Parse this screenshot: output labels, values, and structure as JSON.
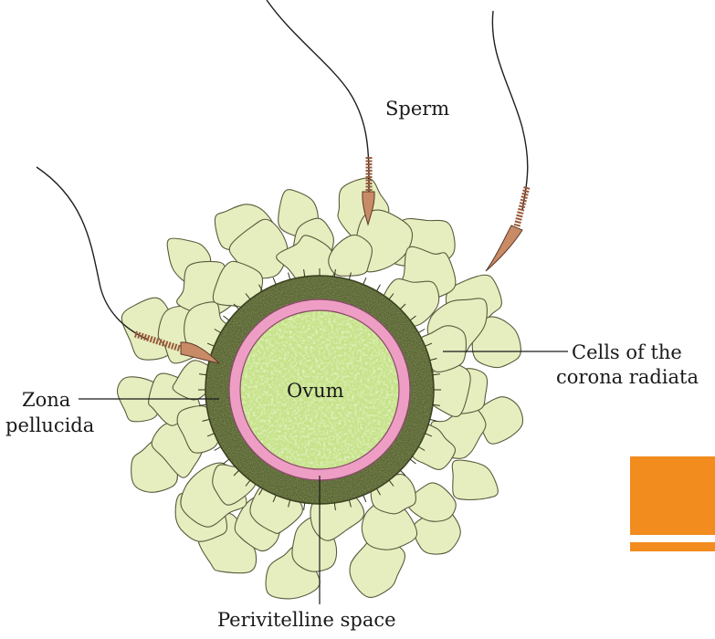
{
  "labels": {
    "sperm": "Sperm",
    "ovum": "Ovum",
    "corona_line1": "Cells of the",
    "corona_line2": "corona radiata",
    "zona_line1": "Zona",
    "zona_line2": "pellucida",
    "perivitelline": "Perivitelline space"
  },
  "colors": {
    "cell_fill": "#e6eec0",
    "cell_stroke": "#5c5a3c",
    "zona": "#4e5a2c",
    "perivitelline": "#ee9ec4",
    "ovum": "#c6e28a",
    "sperm_head": "#c98a66",
    "tail": "#7a4a2e",
    "accent": "#f28c1e"
  }
}
